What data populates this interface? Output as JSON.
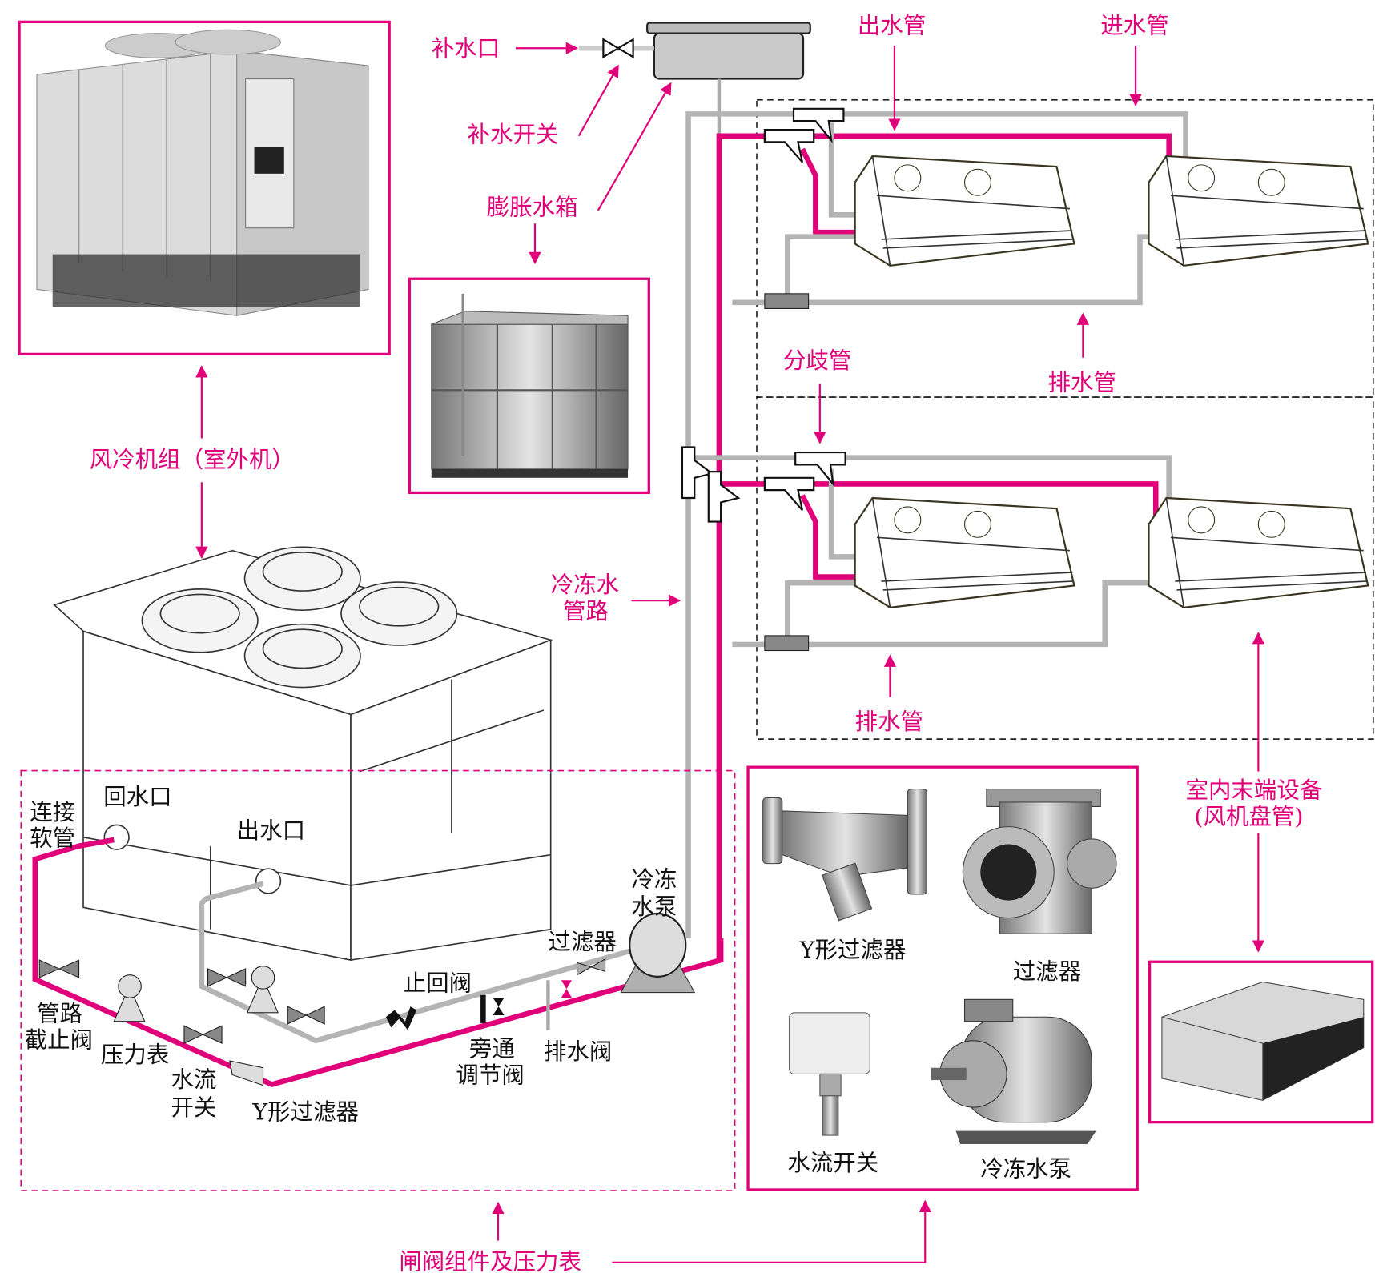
{
  "colors": {
    "accent": "#e0007a",
    "supply_pipe": "#e0007a",
    "return_pipe": "#b4b4b4"
  },
  "labels": {
    "makeup_inlet": "补水口",
    "makeup_switch": "补水开关",
    "expansion_tank": "膨胀水箱",
    "outlet_pipe": "出水管",
    "inlet_pipe": "进水管",
    "drain_pipe_upper": "排水管",
    "drain_pipe_lower": "排水管",
    "branch_pipe": "分歧管",
    "chilled_water_pipe": [
      "冷冻水",
      "管路"
    ],
    "chiller_unit": "风冷机组（室外机）",
    "indoor_terminal": [
      "室内末端设备",
      "(风机盘管)"
    ],
    "valve_assembly": "闸阀组件及压力表"
  },
  "components": {
    "flex_hose": [
      "连接",
      "软管"
    ],
    "return_port": "回水口",
    "outlet_port": "出水口",
    "chilled_pump": [
      "冷冻",
      "水泵"
    ],
    "filter": "过滤器",
    "check_valve": "止回阀",
    "shutoff_valve": [
      "管路",
      "截止阀"
    ],
    "pressure_gauge": "压力表",
    "flow_switch": [
      "水流",
      "开关"
    ],
    "y_strainer": "Y形过滤器",
    "bypass_valve": [
      "旁通",
      "调节阀"
    ],
    "drain_valve": "排水阀"
  },
  "photo_panel": {
    "y_strainer": "Y形过滤器",
    "filter": "过滤器",
    "flow_switch": "水流开关",
    "chilled_pump": "冷冻水泵"
  },
  "icons": [
    "gate-valve-icon",
    "pressure-gauge-icon",
    "pump-icon",
    "check-valve-icon",
    "y-strainer-icon",
    "branch-tee-icon",
    "fan-coil-icon"
  ]
}
